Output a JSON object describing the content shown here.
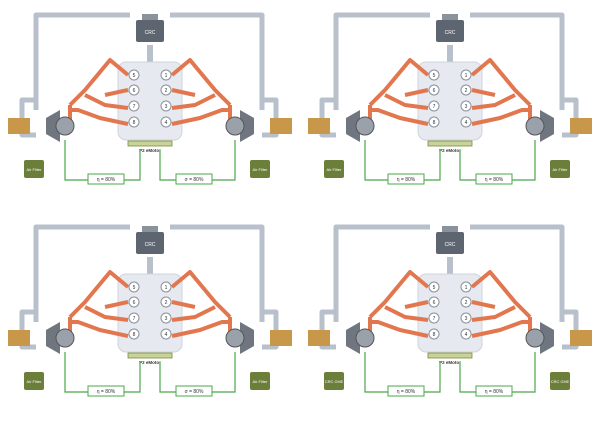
{
  "panels": [
    {
      "cat_label": "CRC",
      "motor_label": "P2 eMotor",
      "filter_label": "Air Filter",
      "eta_left": "η = 80%",
      "eta_right": "σ = 80%",
      "cylinders_left": [
        "5",
        "6",
        "7",
        "8"
      ],
      "cylinders_right": [
        "1",
        "2",
        "3",
        "4"
      ]
    },
    {
      "cat_label": "CRC",
      "motor_label": "P2 eMotor",
      "filter_label": "Air Filter",
      "eta_left": "η = 80%",
      "eta_right": "η = 80%",
      "cylinders_left": [
        "5",
        "6",
        "7",
        "8"
      ],
      "cylinders_right": [
        "1",
        "2",
        "3",
        "4"
      ]
    },
    {
      "cat_label": "CRC",
      "motor_label": "P2 eMotor",
      "filter_label": "Air Filter",
      "eta_left": "η = 80%",
      "eta_right": "σ = 80%",
      "cylinders_left": [
        "5",
        "6",
        "7",
        "8"
      ],
      "cylinders_right": [
        "1",
        "2",
        "3",
        "4"
      ]
    },
    {
      "cat_label": "CRC",
      "motor_label": "P2 eMotor",
      "filter_label": "CRC GHE",
      "eta_left": "η = 80%",
      "eta_right": "η = 80%",
      "cylinders_left": [
        "5",
        "6",
        "7",
        "8"
      ],
      "cylinders_right": [
        "1",
        "2",
        "3",
        "4"
      ]
    }
  ],
  "colors": {
    "pipe": "#b8c0cc",
    "exhaust": "#e2774f",
    "filter": "#6b7f3a",
    "loop": "#4aa84a",
    "block": "#e6e9ef",
    "motor": "#c8d39a"
  }
}
